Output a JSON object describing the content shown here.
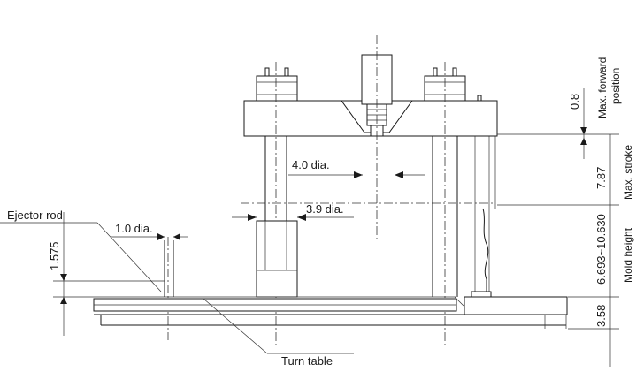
{
  "labels": {
    "ejector_rod": "Ejector rod",
    "turn_table": "Turn table",
    "dia_4_0": "4.0 dia.",
    "dia_3_9": "3.9 dia.",
    "dia_1_0": "1.0 dia.",
    "dim_1_575": "1.575",
    "dim_0_8": "0.8",
    "max_forward_line1": "Max. forward",
    "max_forward_line2": "position",
    "dim_7_87": "7.87",
    "max_stroke": "Max. stroke",
    "dim_mold_range": "6.693~10.630",
    "mold_height": "Mold height",
    "dim_3_58": "3.58"
  }
}
